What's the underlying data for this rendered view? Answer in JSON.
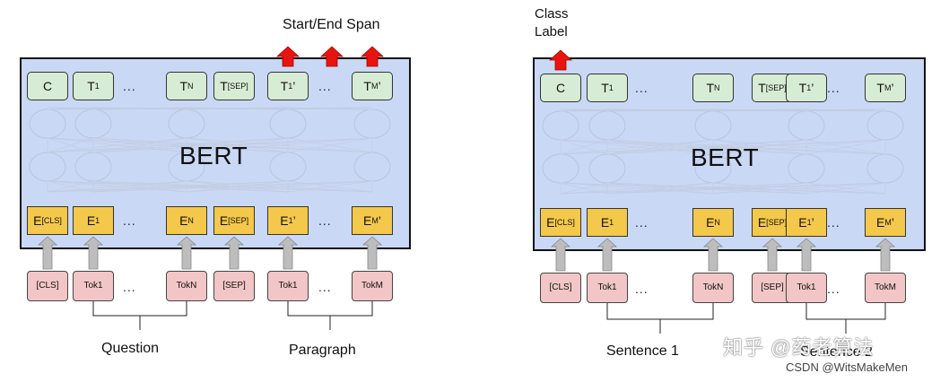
{
  "left": {
    "model_label": "BERT",
    "top_label": "Start/End Span",
    "outputs": [
      "C",
      "T",
      "T",
      "T",
      "T",
      "T"
    ],
    "output_subs": [
      "",
      "1",
      "N",
      "[SEP]",
      "1",
      "M"
    ],
    "output_primes": [
      "",
      "",
      "",
      "",
      "’",
      "’"
    ],
    "embeddings": [
      "E",
      "E",
      "E",
      "E",
      "E",
      "E"
    ],
    "embedding_subs": [
      "[CLS]",
      "1",
      "N",
      "[SEP]",
      "1",
      "M"
    ],
    "embedding_primes": [
      "",
      "",
      "",
      "",
      "’",
      "’"
    ],
    "tokens": [
      "[CLS]",
      "Tok\n1",
      "Tok\nN",
      "[SEP]",
      "Tok\n1",
      "Tok\nM"
    ],
    "dots": "...",
    "segment_a": "Question",
    "segment_b": "Paragraph"
  },
  "right": {
    "model_label": "BERT",
    "top_label_line1": "Class",
    "top_label_line2": "Label",
    "outputs": [
      "C",
      "T",
      "T",
      "T",
      "T",
      "T"
    ],
    "output_subs": [
      "",
      "1",
      "N",
      "[SEP]",
      "1",
      "M"
    ],
    "output_primes": [
      "",
      "",
      "",
      "",
      "’",
      "’"
    ],
    "embeddings": [
      "E",
      "E",
      "E",
      "E",
      "E",
      "E"
    ],
    "embedding_subs": [
      "[CLS]",
      "1",
      "N",
      "[SEP]",
      "1",
      "M"
    ],
    "embedding_primes": [
      "",
      "",
      "",
      "",
      "’",
      "’"
    ],
    "tokens": [
      "[CLS]",
      "Tok\n1",
      "Tok\nN",
      "[SEP]",
      "Tok\n1",
      "Tok\nM"
    ],
    "dots": "...",
    "segment_a": "Sentence 1",
    "segment_b": "Sentence 2"
  },
  "watermark": {
    "zhihu": "知乎 @药老算法",
    "csdn": "CSDN @WitsMakeMen"
  },
  "colors": {
    "bert_fill": "#c9d8f5",
    "output_fill": "#d7ecd4",
    "embedding_fill": "#f4c84a",
    "token_fill": "#f2c6c6",
    "arrow_red": "#e8140f",
    "arrow_gray": "#bdbdbd"
  }
}
